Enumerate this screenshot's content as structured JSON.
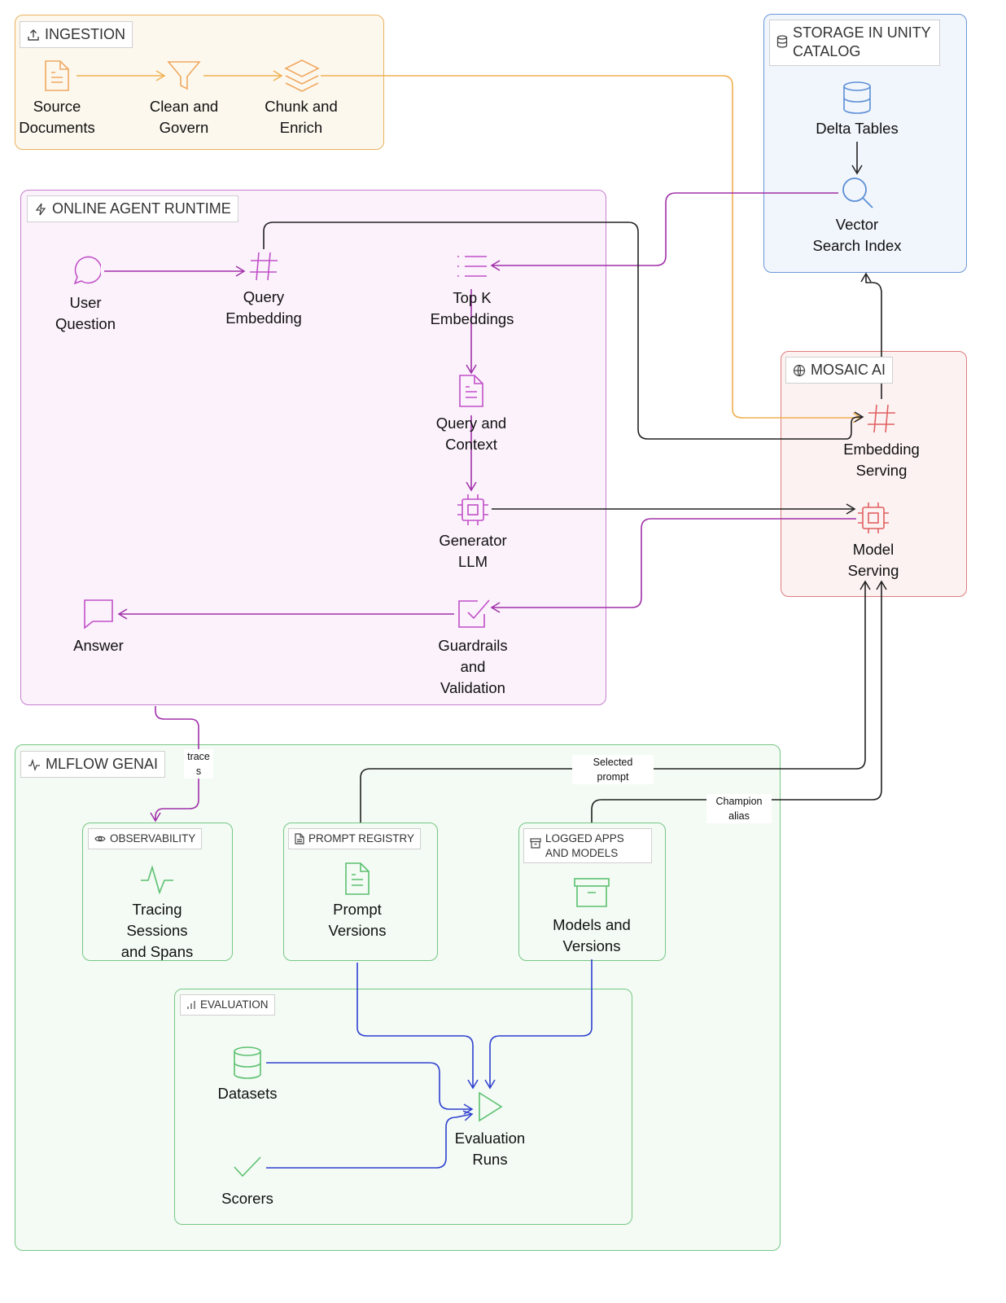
{
  "groups": {
    "ingestion": "INGESTION",
    "storage": "STORAGE IN UNITY CATALOG",
    "runtime": "ONLINE AGENT RUNTIME",
    "mosaic": "MOSAIC AI",
    "mlflow": "MLFLOW GENAI",
    "observability": "OBSERVABILITY",
    "prompt_registry": "PROMPT REGISTRY",
    "logged_apps": "LOGGED APPS AND MODELS",
    "evaluation": "EVALUATION"
  },
  "nodes": {
    "source_documents": [
      "Source",
      "Documents"
    ],
    "clean_and_govern": [
      "Clean and",
      "Govern"
    ],
    "chunk_and_enrich": [
      "Chunk and",
      "Enrich"
    ],
    "delta_tables": [
      "Delta Tables"
    ],
    "vector_search_index": [
      "Vector",
      "Search Index"
    ],
    "user_question": [
      "User",
      "Question"
    ],
    "query_embedding": [
      "Query",
      "Embedding"
    ],
    "top_k_embeddings": [
      "Top K",
      "Embeddings"
    ],
    "query_and_context": [
      "Query and",
      "Context"
    ],
    "generator_llm": [
      "Generator",
      "LLM"
    ],
    "answer": [
      "Answer"
    ],
    "guardrails": [
      "Guardrails",
      "and",
      "Validation"
    ],
    "embedding_serving": [
      "Embedding",
      "Serving"
    ],
    "model_serving": [
      "Model",
      "Serving"
    ],
    "tracing": [
      "Tracing",
      "Sessions",
      "and Spans"
    ],
    "prompt_versions": [
      "Prompt",
      "Versions"
    ],
    "models_and_versions": [
      "Models and",
      "Versions"
    ],
    "datasets": [
      "Datasets"
    ],
    "evaluation_runs": [
      "Evaluation",
      "Runs"
    ],
    "scorers": [
      "Scorers"
    ]
  },
  "edge_labels": {
    "traces": [
      "trace",
      "s"
    ],
    "selected_prompt": [
      "Selected",
      "prompt"
    ],
    "champion_alias": [
      "Champion",
      "alias"
    ]
  },
  "colors": {
    "ingestion": "#f0b050",
    "storage": "#5b8fd6",
    "runtime": "#b040b8",
    "mosaic": "#e07070",
    "mlflow": "#5cc070",
    "evaluation_edge": "#3040d0",
    "neutral_edge": "#222222"
  },
  "icons": {
    "ingestion": "upload-icon",
    "storage": "database-icon",
    "runtime": "lightning-icon",
    "mosaic": "globe-icon",
    "mlflow": "activity-icon",
    "observability": "eye-icon",
    "prompt_registry": "file-icon",
    "logged_apps": "archive-icon",
    "evaluation": "bar-chart-icon"
  }
}
